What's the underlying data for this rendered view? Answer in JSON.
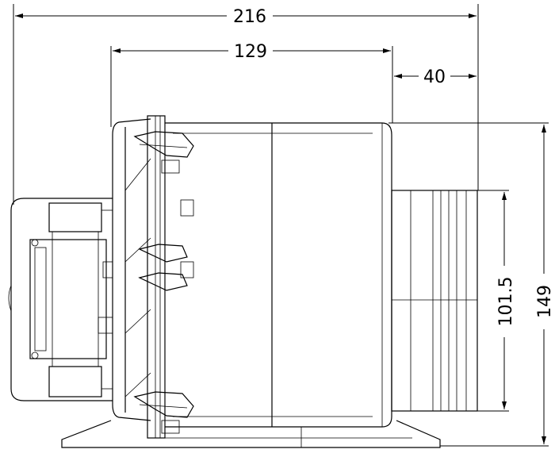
{
  "dimensions": {
    "overall_width": "216",
    "body_width": "129",
    "outlet_length": "40",
    "outlet_diameter": "101.5",
    "overall_height": "149"
  }
}
